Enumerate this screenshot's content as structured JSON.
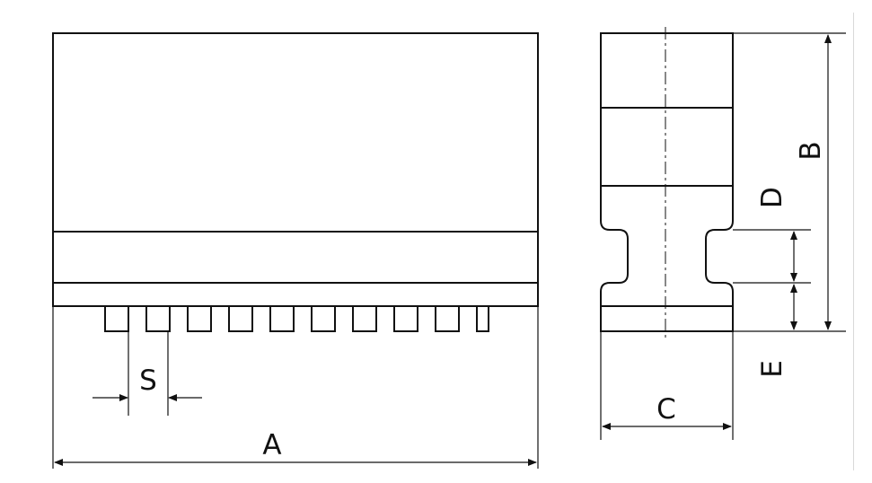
{
  "labels": {
    "A": "A",
    "B": "B",
    "C": "C",
    "D": "D",
    "E": "E",
    "S": "S"
  },
  "colors": {
    "line": "#111111",
    "background": "#ffffff"
  }
}
